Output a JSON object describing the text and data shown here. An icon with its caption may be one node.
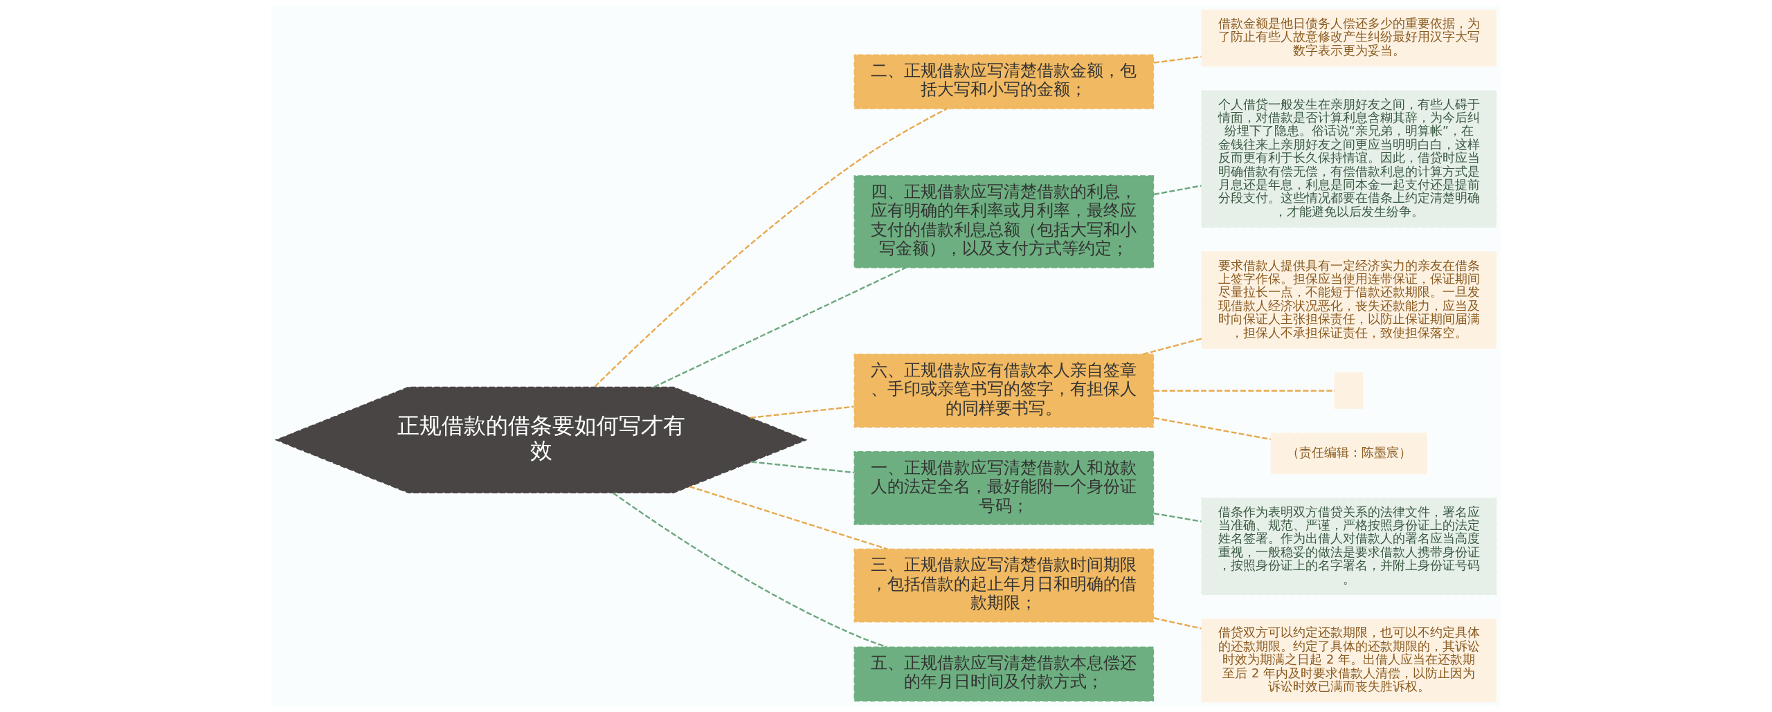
{
  "diagram": {
    "nodes": [
      {
        "text": [
          "正规借款的借条要如何写才有效"
        ]
      },
      {
        "text": [
          "二、正规借款应写清楚借款金额，包括大写和小写的金额；"
        ]
      },
      {
        "text": [
          "借款金额是他日债务人偿还多少的重要依据，为了防止有些人故意修改产生纠纷最好用汉字大写数字表示更为妥当。"
        ]
      },
      {
        "text": [
          "四、正规借款应写清楚借款的利息，应有明确的年利率或月利率，最终应支付的借款利息总额（包括大写和小写金额），以及支付方式等约定；"
        ]
      },
      {
        "text": [
          "个人借贷一般发生在亲朋好友之间，有些人碍于情面，对借款是否计算利息含糊其辞，为今后纠纷埋下了隐患。俗话说“亲兄弟，明算帐”，在金钱往来上亲朋好友之间更应当明明白白，这样反而更有利于长久保持情谊。因此，借贷时应当明确借款有偿无偿，有偿借款利息的计算方式是月息还是年息，利息是同本金一起支付还是提前分段支付。这些情况都要在借条上约定清楚明确，才能避免以后发生纷争。"
        ]
      },
      {
        "text": [
          "六、正规借款应有借款本人亲自签章、手印或亲笔书写的签字，有担保人的同样要书写。"
        ]
      },
      {
        "text": [
          "要求借款人提供具有一定经济实力的亲友在借条上签字作保。担保应当使用连带保证，保证期间尽量拉长一点，不能短于借款还款期限。一旦发现借款人经济状况恶化，丧失还款能力，应当及时向保证人主张担保责任，以防止保证期间届满，担保人不承担保证责任，致使担保落空。"
        ]
      },
      {
        "text": [],
        "shape": "box"
      },
      {
        "text": [
          "（责任编辑：陈墨宸）"
        ]
      },
      {
        "text": [
          "一、正规借款应写清楚借款人和放款人的法定全名，最好能附一个身份证号码；"
        ]
      },
      {
        "text": [
          "借条作为表明双方借贷关系的法律文件，署名应当准确、规范、严谨，严格按照身份证上的法定姓名签署。作为出借人对借款人的署名应当高度重视，一般稳妥的做法是要求借款人携带身份证，按照身份证上的名字署名，并附上身份证号码。"
        ]
      },
      {
        "text": [
          "三、正规借款应写清楚借款时间期限，包括借款的起止年月日和明确的借款期限；"
        ]
      },
      {
        "text": [
          "借贷双方可以约定还款期限，也可以不约定具体的还款期限。约定了具体的还款期限的，其诉讼时效为期满之日起 2 年。出借人应当在还款期至后 2 年内及时要求借款人清偿，以防止因为诉讼时效已满而丧失胜诉权。"
        ]
      },
      {
        "text": [
          "五、正规借款应写清楚借款本息偿还的年月日时间及付款方式；"
        ]
      }
    ],
    "edges": [
      {
        "from": 0,
        "to": 1,
        "arrow": "none",
        "style": "dashed",
        "color": "#e8a94f"
      },
      {
        "from": 1,
        "to": 2,
        "arrow": "none",
        "style": "dashed",
        "color": "#e8a94f"
      },
      {
        "from": 0,
        "to": 3,
        "arrow": "none",
        "style": "dashed",
        "color": "#6da880"
      },
      {
        "from": 3,
        "to": 4,
        "arrow": "none",
        "style": "dashed",
        "color": "#6da880"
      },
      {
        "from": 0,
        "to": 5,
        "arrow": "none",
        "style": "dashed",
        "color": "#e8a94f"
      },
      {
        "from": 5,
        "to": 6,
        "arrow": "none",
        "style": "dashed",
        "color": "#e8a94f"
      },
      {
        "from": 5,
        "to": 7,
        "arrow": "none",
        "style": "dashed",
        "color": "#e8a94f"
      },
      {
        "from": 5,
        "to": 8,
        "arrow": "none",
        "style": "dashed",
        "color": "#e8a94f"
      },
      {
        "from": 0,
        "to": 9,
        "arrow": "none",
        "style": "dashed",
        "color": "#6da880"
      },
      {
        "from": 9,
        "to": 10,
        "arrow": "none",
        "style": "dashed",
        "color": "#6da880"
      },
      {
        "from": 0,
        "to": 11,
        "arrow": "none",
        "style": "dashed",
        "color": "#e8a94f"
      },
      {
        "from": 11,
        "to": 12,
        "arrow": "none",
        "style": "dashed",
        "color": "#e8a94f"
      },
      {
        "from": 0,
        "to": 13,
        "arrow": "none",
        "style": "dashed",
        "color": "#6da880"
      }
    ]
  }
}
